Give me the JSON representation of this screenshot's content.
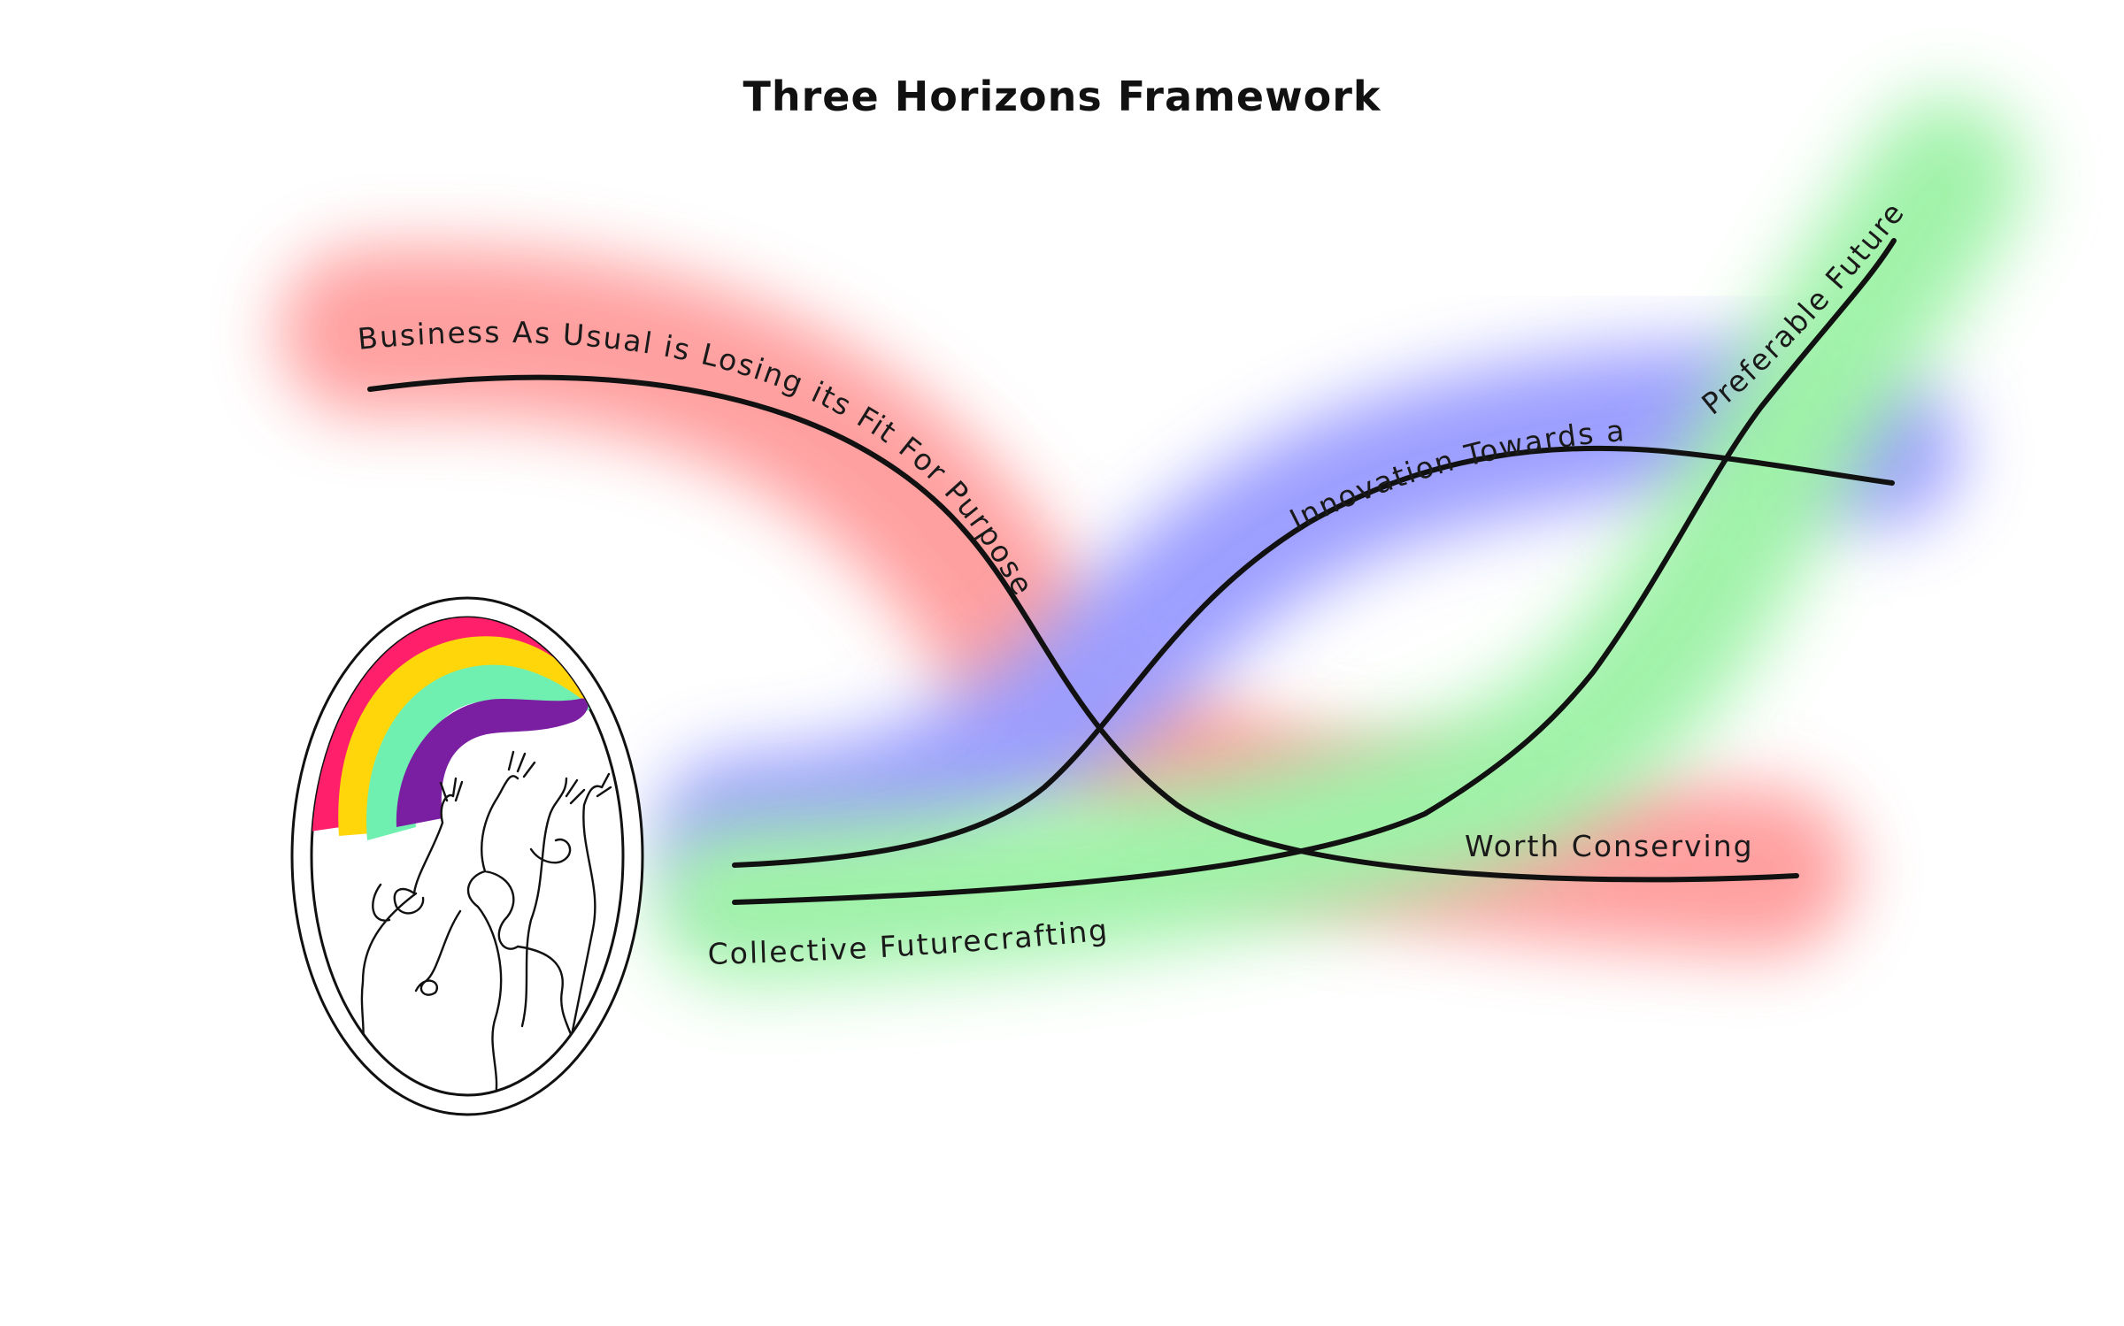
{
  "title": "Three Horizons Framework",
  "colors": {
    "horizon1_glow": "#ff8f8f",
    "horizon2_glow": "#8a8cff",
    "horizon3_glow": "#8ff09a",
    "curve": "#111111",
    "rainbow": [
      "#ff1f6b",
      "#ffd60a",
      "#6ff0b0",
      "#7b1fa2"
    ]
  },
  "labels": {
    "business_as_usual": "Business As Usual is Losing its Fit For Purpose",
    "worth_conserving": "Worth Conserving",
    "innovation": "Innovation Towards a",
    "preferable_future": "Preferable Future",
    "collective": "Collective Futurecrafting"
  },
  "illustration": {
    "subject": "rainbow-over-raised-hands"
  }
}
